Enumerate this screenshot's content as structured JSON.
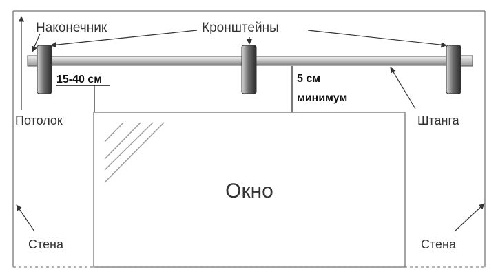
{
  "labels": {
    "finial": "Наконечник",
    "brackets": "Кронштейны",
    "ceiling": "Потолок",
    "rod": "Штанга",
    "wall_left": "Стена",
    "wall_right": "Стена",
    "window": "Окно",
    "offset_side": "15-40 см",
    "offset_top_value": "5 см",
    "offset_top_note": "минимум"
  }
}
